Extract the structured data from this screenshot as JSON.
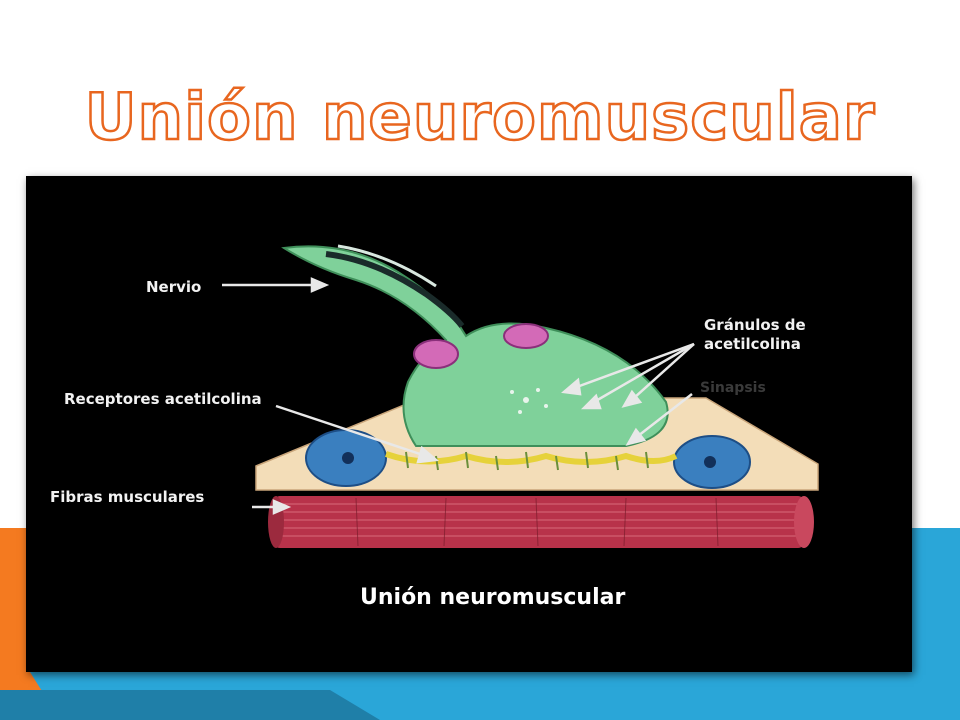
{
  "slide": {
    "title": "Unión neuromuscular"
  },
  "diagram": {
    "caption": "Unión neuromuscular",
    "labels": {
      "nerve": "Nervio",
      "granules_line1": "Gránulos de",
      "granules_line2": "acetilcolina",
      "synapse": "Sinapsis",
      "receptors": "Receptores acetilcolina",
      "fibers": "Fibras musculares"
    }
  },
  "colors": {
    "accent_orange": "#f47a20",
    "accent_blue": "#2aa6d8",
    "title_outline": "#e8661f",
    "frame_background": "#000000"
  }
}
